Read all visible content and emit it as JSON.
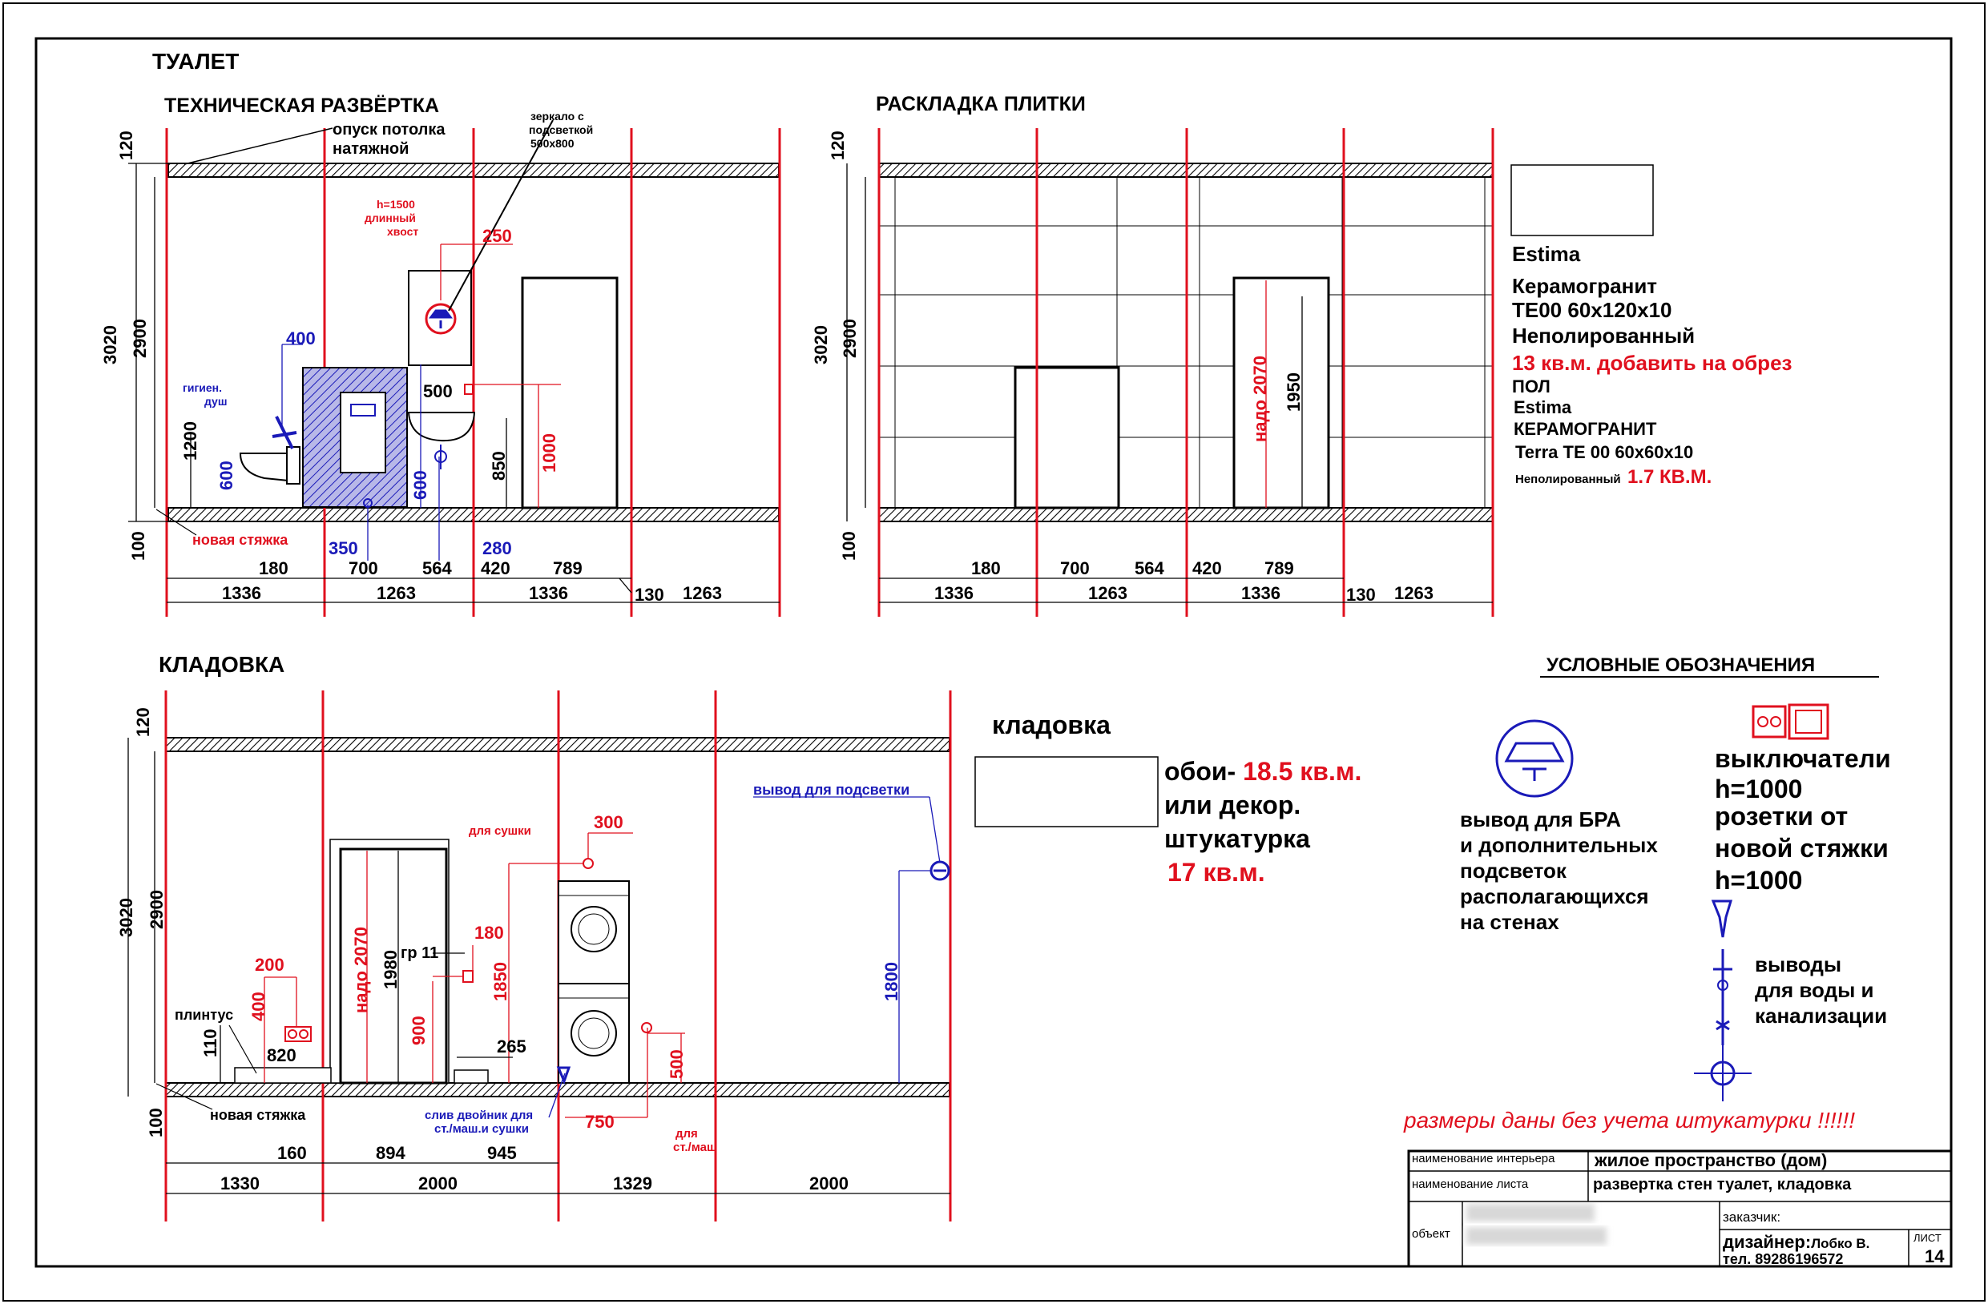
{
  "toilet": {
    "title": "ТУАЛЕТ",
    "tech_title": "ТЕХНИЧЕСКАЯ РАЗВЁРТКА",
    "tile_title": "РАСКЛАДКА ПЛИТКИ",
    "ceiling_note_1": "опуск потолка",
    "ceiling_note_2": "натяжной",
    "mirror_note_1": "зеркало с",
    "mirror_note_2": "подсветкой",
    "mirror_note_3": "500х800",
    "h1500_1": "h=1500",
    "h1500_2": "длинный",
    "h1500_3": "хвост",
    "shower_1": "гигиен.",
    "shower_2": "душ",
    "new_screed": "новая стяжка",
    "dims": {
      "d120": "120",
      "d3020": "3020",
      "d2900": "2900",
      "d1200": "1200",
      "d100": "100",
      "d600a": "600",
      "d600b": "600",
      "d400": "400",
      "d250": "250",
      "d500": "500",
      "d850": "850",
      "d1000": "1000",
      "d350": "350",
      "d280": "280",
      "d180": "180",
      "d700": "700",
      "d564": "564",
      "d420": "420",
      "d789": "789",
      "d1336a": "1336",
      "d1263a": "1263",
      "d1336b": "1336",
      "d130": "130",
      "d1263b": "1263"
    },
    "tile_dims": {
      "d120": "120",
      "d3020": "3020",
      "d2900": "2900",
      "d100": "100",
      "d180": "180",
      "d700": "700",
      "d564": "564",
      "d420": "420",
      "d789": "789",
      "d1336a": "1336",
      "d1263a": "1263",
      "d1336b": "1336",
      "d130": "130",
      "d1263b": "1263",
      "nado2070": "надо 2070",
      "d1950": "1950"
    },
    "spec": {
      "brand1": "Estima",
      "mat1": "Керамогранит",
      "mat1_size": "ТЕ00 60х120х10",
      "mat1_finish": "Неполированный",
      "mat1_area": "13 кв.м. добавить на обрез",
      "floor": "ПОЛ",
      "brand2": "Estima",
      "mat2": "КЕРАМОГРАНИТ",
      "mat2_size": "Terra TE 00 60x60x10",
      "mat2_finish": "Неполированный",
      "mat2_area": "1.7 КВ.М."
    }
  },
  "storage": {
    "title": "КЛАДОВКА",
    "label": "кладовка",
    "wall_1": "обои- ",
    "wall_area1": "18.5 кв.м.",
    "wall_2": "или декор.",
    "wall_3": "штукатурка",
    "wall_area2": "17 кв.м.",
    "light_outlet": "вывод для подсветки",
    "dryer": "для сушки",
    "gr11": "гр 11",
    "plinth": "плинтус",
    "new_screed": "новая стяжка",
    "drain_1": "слив двойник для",
    "drain_2": "ст./маш.и сушки",
    "for_wm_1": "для",
    "for_wm_2": "ст./маш",
    "dims": {
      "d120": "120",
      "d3020": "3020",
      "d2900": "2900",
      "d100": "100",
      "d300": "300",
      "d200": "200",
      "d400": "400",
      "d110": "110",
      "d820": "820",
      "nado2070": "надо 2070",
      "d1980": "1980",
      "d900": "900",
      "d180": "180",
      "d1850": "1850",
      "d265": "265",
      "d500": "500",
      "d750": "750",
      "d1800": "1800",
      "d160": "160",
      "d894": "894",
      "d945": "945",
      "d1330": "1330",
      "d2000a": "2000",
      "d1329": "1329",
      "d2000b": "2000"
    }
  },
  "legend": {
    "title": "УСЛОВНЫЕ ОБОЗНАЧЕНИЯ",
    "bra_1": "вывод для БРА",
    "bra_2": "и дополнительных",
    "bra_3": "подсветок",
    "bra_4": "располагающихся",
    "bra_5": "на стенах",
    "sw_1": "выключатели",
    "sw_2": "h=1000",
    "sw_3": "розетки от",
    "sw_4": "новой стяжки",
    "sw_5": "h=1000",
    "water_1": "выводы",
    "water_2": "для воды и",
    "water_3": "канализации"
  },
  "note": "размеры даны без учета штукатурки !!!!!!",
  "stamp": {
    "interior_label": "наименование интерьера",
    "interior_value": "жилое пространство (дом)",
    "sheet_label": "наименование листа",
    "sheet_value": "развертка стен туалет, кладовка",
    "object_label": "объект",
    "client_label": "заказчик:",
    "designer_label": "дизайнер:",
    "designer_name": "Лобко В.",
    "phone": "тел. 89286196572",
    "list_label": "ЛИСТ",
    "list_no": "14"
  },
  "colors": {
    "red": "#e0101e",
    "blue": "#1a1ab8",
    "black": "#000000"
  }
}
